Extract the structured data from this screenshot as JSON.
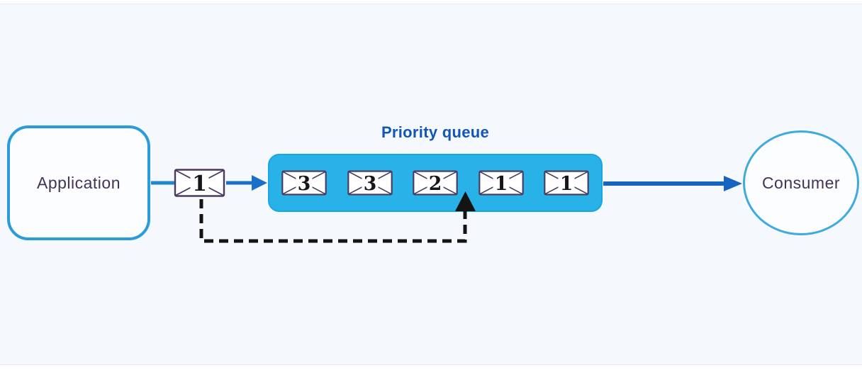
{
  "diagram": {
    "title": "Priority queue",
    "application": {
      "label": "Application"
    },
    "consumer": {
      "label": "Consumer"
    },
    "incoming_message": {
      "priority": "1"
    },
    "queue": {
      "title": "Priority queue",
      "message_priorities": [
        "3",
        "3",
        "2",
        "1",
        "1"
      ]
    },
    "icons": {
      "message": "envelope-icon"
    },
    "colors": {
      "background": "#f5f8fc",
      "node_border_cyan": "#2b9bd9",
      "consumer_border_cyan": "#41aadd",
      "queue_fill": "#29b2e8",
      "queue_border": "#18a7e0",
      "title_blue": "#1356b5",
      "arrow_blue": "#1a70c8",
      "arrow_dark_blue": "#1565c0",
      "connector_blue": "#2285cf",
      "dashed_black": "#141414",
      "envelope_border": "#4a3b5e",
      "label_text": "#443355"
    }
  }
}
